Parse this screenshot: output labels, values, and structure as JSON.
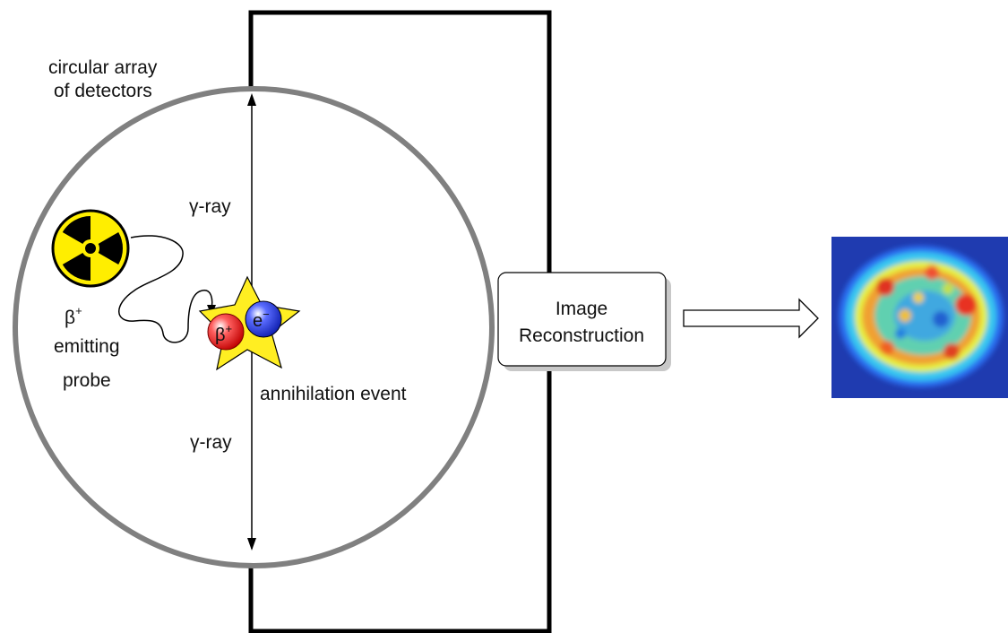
{
  "labels": {
    "detectors_line1": "circular array",
    "detectors_line2": "of detectors",
    "gamma_top": "γ-ray",
    "gamma_bottom": "γ-ray",
    "probe_beta": "β",
    "probe_beta_sup": "+",
    "probe_line2": "emitting",
    "probe_line3": "probe",
    "positron": "β",
    "positron_sup": "+",
    "electron": "e",
    "electron_sup": "−",
    "annihilation": "annihilation event",
    "recon_line1": "Image",
    "recon_line2": "Reconstruction"
  },
  "colors": {
    "detector_ring": "#808080",
    "star": "#ffee22",
    "positron": "#e02020",
    "electron": "#2030d0",
    "radiation_symbol": "#ffee00",
    "scan_background": "#1f3bb0"
  },
  "icons": {
    "radiation": "radiation-trefoil-icon",
    "output_arrow": "hollow-right-arrow-icon"
  }
}
